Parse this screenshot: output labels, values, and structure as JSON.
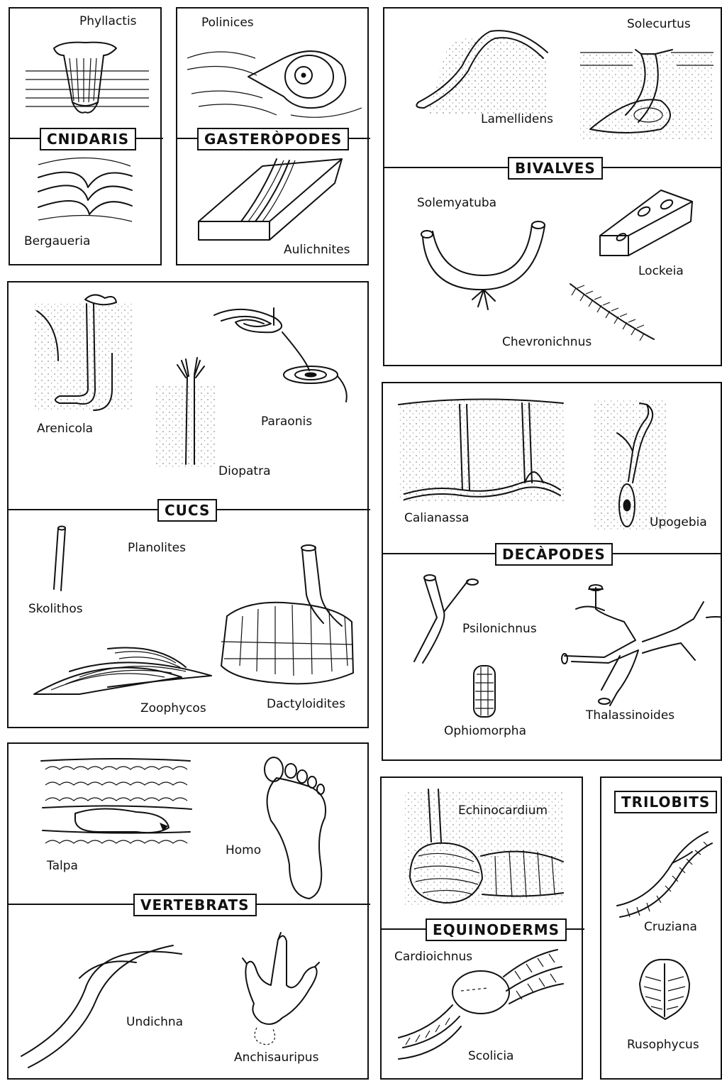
{
  "groups": {
    "cnidaris": "CNIDARIS",
    "gasteropodes": "GASTERÒPODES",
    "bivalves": "BIVALVES",
    "cucs": "CUCS",
    "decapodes": "DECÀPODES",
    "vertebrats": "VERTEBRATS",
    "equinoderms": "EQUINODERMS",
    "trilobits": "TRILOBITS"
  },
  "labels": {
    "phyllactis": "Phyllactis",
    "bergaueria": "Bergaueria",
    "polinices": "Polinices",
    "aulichnites": "Aulichnites",
    "lamellidens": "Lamellidens",
    "solecurtus": "Solecurtus",
    "solemyatuba": "Solemyatuba",
    "lockeia": "Lockeia",
    "chevronichnus": "Chevronichnus",
    "arenicola": "Arenicola",
    "diopatra": "Diopatra",
    "paraonis": "Paraonis",
    "skolithos": "Skolithos",
    "planolites": "Planolites",
    "zoophycos": "Zoophycos",
    "dactyloidites": "Dactyloidites",
    "calianassa": "Calianassa",
    "upogebia": "Upogebia",
    "psilonichnus": "Psilonichnus",
    "ophiomorpha": "Ophiomorpha",
    "thalassinoides": "Thalassinoides",
    "talpa": "Talpa",
    "homo": "Homo",
    "undichna": "Undichna",
    "anchisauripus": "Anchisauripus",
    "echinocardium": "Echinocardium",
    "cardioichnus": "Cardioichnus",
    "scolicia": "Scolicia",
    "cruziana": "Cruziana",
    "rusophycus": "Rusophycus"
  }
}
